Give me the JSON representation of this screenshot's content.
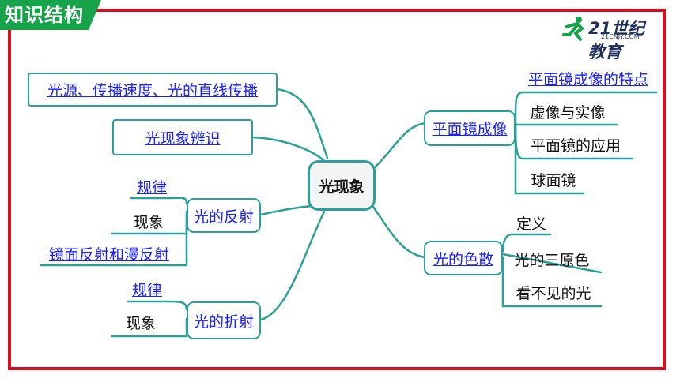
{
  "header": {
    "title": "知识结构"
  },
  "logo": {
    "brand": "21世纪教育",
    "url": "21CNJY.COM"
  },
  "mindmap": {
    "center": "光现象",
    "left": {
      "propagation": "光源、传播速度、光的直线传播",
      "identify": "光现象辨识",
      "reflection": {
        "label": "光的反射",
        "law": "规律",
        "phenomenon": "现象",
        "types": "镜面反射和漫反射"
      },
      "refraction": {
        "label": "光的折射",
        "law": "规律",
        "phenomenon": "现象"
      }
    },
    "right": {
      "plane_mirror": {
        "label": "平面镜成像",
        "features": "平面镜成像的特点",
        "virtual_real": "虚像与实像",
        "application": "平面镜的应用",
        "spherical": "球面镜"
      },
      "dispersion": {
        "label": "光的色散",
        "definition": "定义",
        "primary_colors": "光的三原色",
        "invisible": "看不见的光"
      }
    }
  },
  "colors": {
    "frame": "#d7101f",
    "tab": "#16a34a",
    "branch": "#2aa198",
    "link": "#1a20ff"
  }
}
